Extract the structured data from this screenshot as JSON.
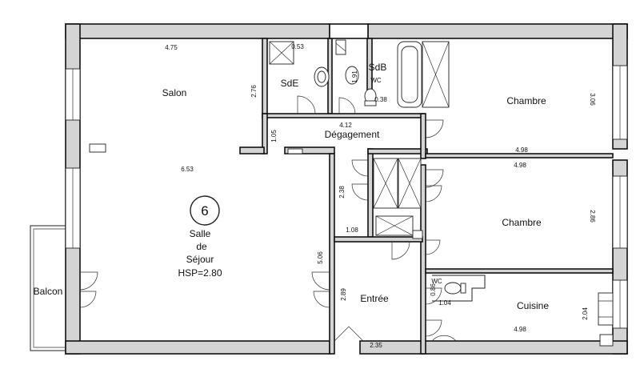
{
  "rooms": {
    "salon": "Salon",
    "sde": "SdE",
    "sdb": "SdB",
    "sdb_wc": "WC",
    "chambre1": "Chambre",
    "degagement": "Dégagement",
    "chambre2": "Chambre",
    "sejour_l1": "Salle",
    "sejour_l2": "de",
    "sejour_l3": "Séjour",
    "hsp": "HSP=2.80",
    "balcon": "Balcon",
    "entree": "Entrée",
    "wc": "WC",
    "cuisine": "Cuisine"
  },
  "apartment_number": "6",
  "dimensions": {
    "salon_width": "4.75",
    "salon_depth": "2.76",
    "sde_width": "0.53",
    "sdb_depth": "1.91",
    "sdb_width": "0.38",
    "degagement_width": "4.12",
    "degagement_depth": "1.05",
    "sejour_depth": "6.53",
    "chambre1_depth": "3.06",
    "chambre1_width": "4.98",
    "chambre2_width": "4.98",
    "chambre2_depth": "2.86",
    "corridor_depth": "2.38",
    "corridor_width": "1.08",
    "entree_side": "5.06",
    "entree_depth": "2.89",
    "wc_depth": "0.86",
    "wc_width": "1.04",
    "cuisine_depth": "2.04",
    "cuisine_width": "4.98",
    "entree_width": "2.35"
  }
}
